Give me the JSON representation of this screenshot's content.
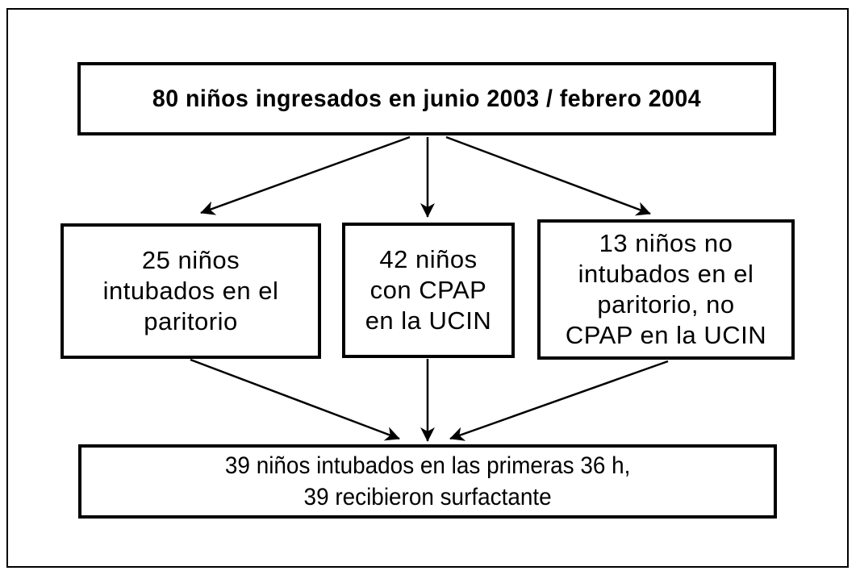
{
  "colors": {
    "ink": "#000000",
    "background": "#ffffff"
  },
  "diagram": {
    "type": "flowchart",
    "nodes": {
      "admitted": {
        "text": "80 niños ingresados en junio 2003 / febrero 2004"
      },
      "intubated_delivery": {
        "lines": [
          "25 niños",
          "intubados en el",
          "paritorio"
        ]
      },
      "cpap_nicu": {
        "lines": [
          "42 niños",
          "con CPAP",
          "en la UCIN"
        ]
      },
      "no_intubation_no_cpap": {
        "lines": [
          "13 niños no",
          "intubados en el",
          "paritorio, no",
          "CPAP en la UCIN"
        ]
      },
      "intubated_36h": {
        "lines": [
          "39 niños intubados en las primeras 36 h,",
          "39 recibieron surfactante"
        ]
      }
    },
    "edges": [
      {
        "from": "admitted",
        "to": "intubated_delivery"
      },
      {
        "from": "admitted",
        "to": "cpap_nicu"
      },
      {
        "from": "admitted",
        "to": "no_intubation_no_cpap"
      },
      {
        "from": "intubated_delivery",
        "to": "intubated_36h"
      },
      {
        "from": "cpap_nicu",
        "to": "intubated_36h"
      },
      {
        "from": "no_intubation_no_cpap",
        "to": "intubated_36h"
      }
    ]
  }
}
